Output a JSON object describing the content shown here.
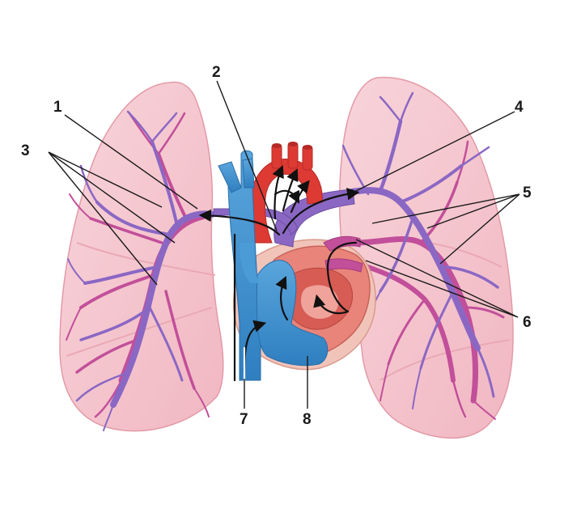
{
  "labels": {
    "l1": "1",
    "l2": "2",
    "l3": "3",
    "l4": "4",
    "l5": "5",
    "l6": "6",
    "l7": "7",
    "l8": "8"
  },
  "colors": {
    "lung_fill": "#f6c8cf",
    "lung_edge": "#e7a5b0",
    "pulmonary_artery": "#8b67c4",
    "pulmonary_vein": "#c24f9a",
    "vena_cava": "#3f8fcc",
    "aorta": "#dd3a34",
    "heart_muscle": "#e9847a"
  }
}
